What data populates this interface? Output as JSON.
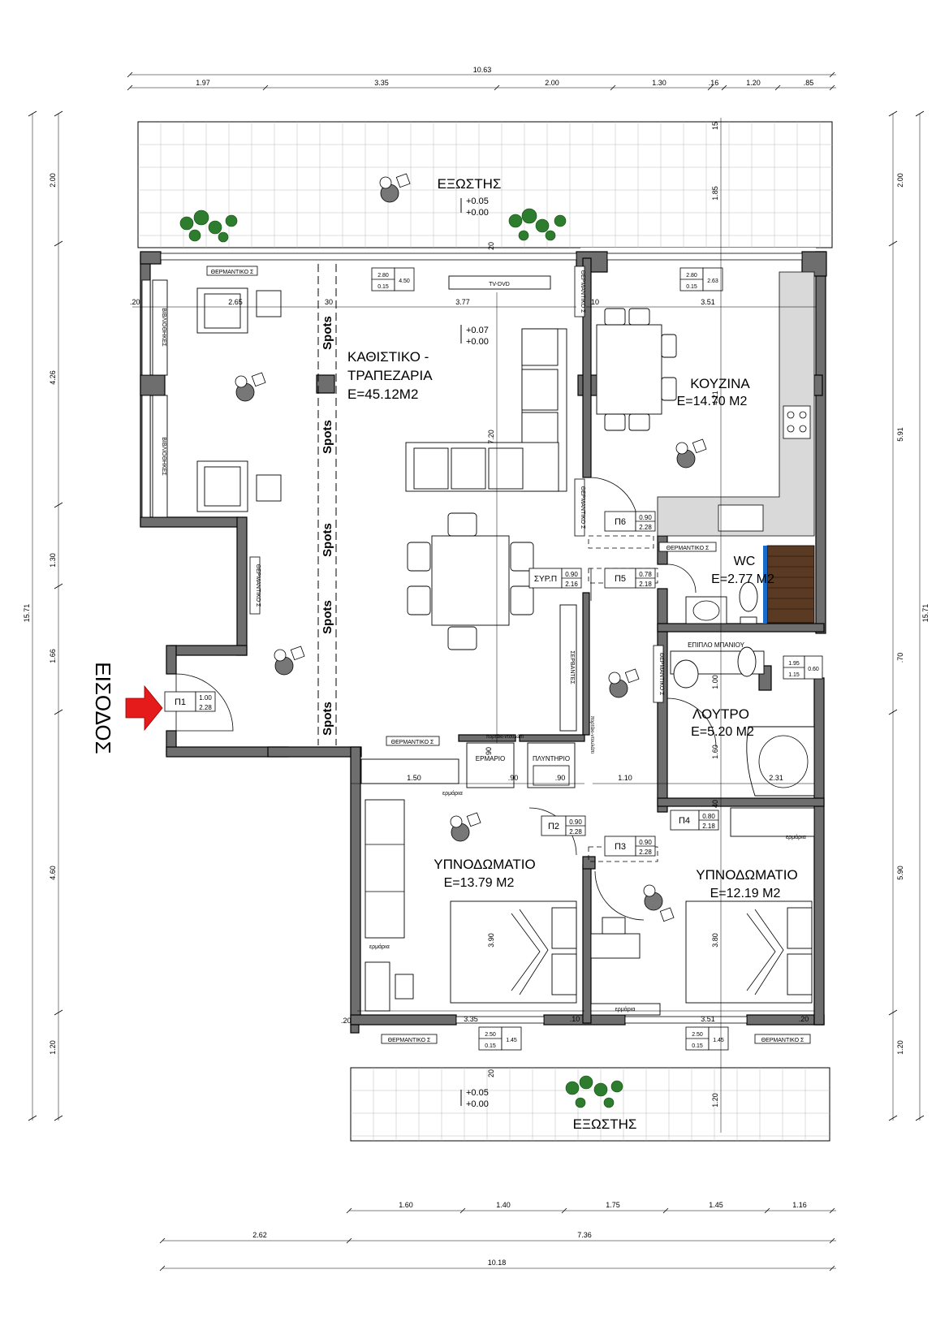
{
  "dims_top": {
    "total": "10.63",
    "segments": [
      "1.97",
      "3.35",
      "2.00",
      "1.30",
      ".16",
      "1.20",
      ".85"
    ]
  },
  "dims_bottom": {
    "row1": [
      "1.60",
      "1.40",
      "1.75",
      "1.45",
      "1.16"
    ],
    "row2": [
      "2.62",
      "7.36"
    ],
    "total": "10.18"
  },
  "dims_left": [
    "2.00",
    "4.26",
    "1.30",
    "1.66",
    "4.60",
    "1.20"
  ],
  "dims_left_total": "15.71",
  "dims_right": [
    "2.00",
    "5.91",
    "5.90",
    "1.20"
  ],
  "dims_right_total": "15.71",
  "dims_right_inner": ".70",
  "entrance": {
    "label": "ΕΙΣΟΔΟΣ"
  },
  "rooms": {
    "balcony_top": {
      "name": "ΕΞΩΣΤΗΣ",
      "lvl1": "+0.05",
      "lvl2": "+0.00"
    },
    "living": {
      "name1": "ΚΑΘΙΣΤΙΚΟ -",
      "name2": "ΤΡΑΠΕΖΑΡΙΑ",
      "area": "E=45.12M2",
      "lvl1": "+0.07",
      "lvl2": "+0.00"
    },
    "kitchen": {
      "name": "ΚΟΥΖΙΝΑ",
      "area": "E=14.70 M2"
    },
    "wc": {
      "name": "WC",
      "area": "E=2.77 M2"
    },
    "bath": {
      "name": "ΛΟΥΤΡΟ",
      "area": "E=5.20 M2"
    },
    "bed1": {
      "name": "ΥΠΝΟΔΩΜΑΤΙΟ",
      "area": "E=13.79 M2"
    },
    "bed2": {
      "name": "ΥΠΝΟΔΩΜΑΤΙΟ",
      "area": "E=12.19 M2"
    },
    "balcony_bottom": {
      "name": "ΕΞΩΣΤΗΣ",
      "lvl1": "+0.05",
      "lvl2": "+0.00"
    }
  },
  "labels": {
    "heater": "ΘΕΡΜΑΝΤΙΚΟ Σ",
    "bookshelf": "ΒΙΒΛΙΟΘΗΚΕΣ",
    "tv": "TV-DVD",
    "spots": "Spots",
    "sideboard": "ΣΕΡΒΑΝΤΕΣ",
    "cupboard": "ΕΡΜΑΡΙΟ",
    "washer": "ΠΛΥΝΤΗΡΙΟ",
    "wardrobe": "ερμάρια",
    "bath_furniture": "ΕΠΙΠΛΟ ΜΠΑΝΙΟΥ",
    "door_acc": "πορτάκι-ντουλάπι",
    "syr": "ΣΥΡ.Π"
  },
  "doors": [
    {
      "id": "Π1",
      "w": "1.00",
      "h": "2.28"
    },
    {
      "id": "Π2",
      "w": "0.90",
      "h": "2.28"
    },
    {
      "id": "Π3",
      "w": "0.90",
      "h": "2.28"
    },
    {
      "id": "Π4",
      "w": "0.80",
      "h": "2.18"
    },
    {
      "id": "Π5",
      "w": "0.78",
      "h": "2.18"
    },
    {
      "id": "Π6",
      "w": "0.90",
      "h": "2.28"
    },
    {
      "id": "ΣΥΡ.Π",
      "w": "0.90",
      "h": "2.16"
    }
  ],
  "windows": [
    {
      "a": "2.80",
      "b": "0.15",
      "c": "4.50"
    },
    {
      "a": "2.80",
      "b": "0.15",
      "c": "2.63"
    },
    {
      "a": "2.50",
      "b": "0.15",
      "c": "1.45"
    },
    {
      "a": "2.50",
      "b": "0.15",
      "c": "1.45"
    },
    {
      "a": "1.95",
      "b": "1.15",
      "c": "0.60"
    }
  ],
  "inner_dims": {
    "d20a": ".20",
    "d265": "2.65",
    "d30": "30",
    "d377": "3.77",
    "d10": "10",
    "d351": "3.51",
    "d720": "7.20",
    "d421": "4.21",
    "d185": "1.85",
    "d15": "15",
    "d20b": "20",
    "d150": "1.50",
    "d90a": ".90",
    "d90b": ".90",
    "d110": "1.10",
    "d160": "1.60",
    "d231": "2.31",
    "d100": "1.00",
    "d335": "3.35",
    "d10b": ".10",
    "d351b": "3.51",
    "d20c": ".20",
    "d20d": ".20",
    "d390": "3.90",
    "d380": "3.80",
    "d120": "1.20",
    "d20e": "20",
    "d40": "40",
    "d90c": "90"
  }
}
